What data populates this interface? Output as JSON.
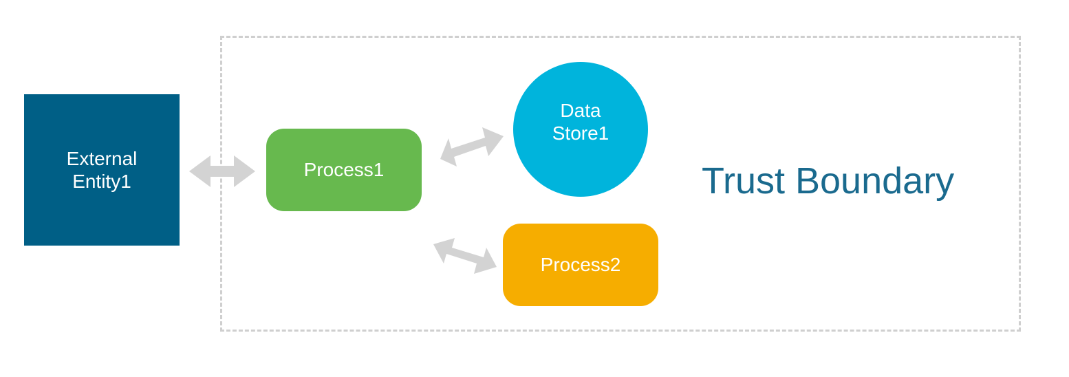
{
  "diagram": {
    "boundary": {
      "label": "Trust Boundary",
      "border_color": "#cfcfcf",
      "label_color": "#1a6a8e"
    },
    "external_entity": {
      "line1": "External",
      "line2": "Entity1",
      "color": "#005f86"
    },
    "process1": {
      "label": "Process1",
      "color": "#67b94e"
    },
    "data_store": {
      "line1": "Data",
      "line2": "Store1",
      "color": "#00b4dc"
    },
    "process2": {
      "label": "Process2",
      "color": "#f6ad00"
    },
    "arrow_color": "#d3d3d3"
  }
}
